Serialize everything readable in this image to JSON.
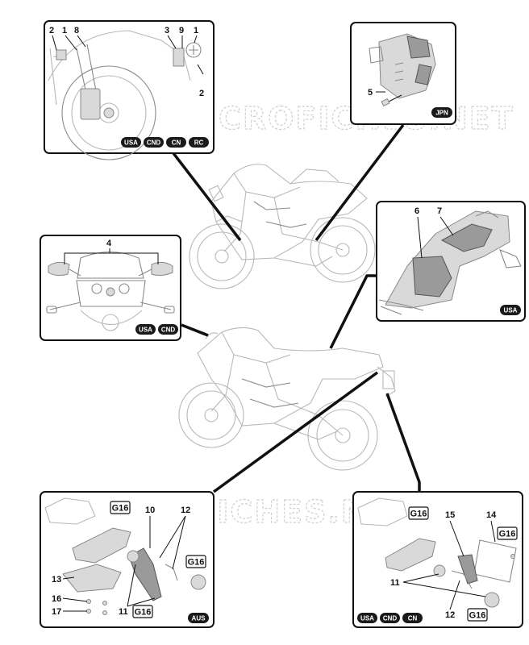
{
  "watermark": "MICROFICHES.NET",
  "panels": {
    "front_wheel": {
      "labels": [
        "2",
        "1",
        "8",
        "3",
        "9",
        "1",
        "2"
      ],
      "badges": [
        "USA",
        "CND",
        "CN",
        "RC"
      ]
    },
    "jpn": {
      "labels": [
        "5"
      ],
      "badges": [
        "JPN"
      ]
    },
    "usa_rear": {
      "labels": [
        "6",
        "7"
      ],
      "badges": [
        "USA"
      ]
    },
    "mirrors": {
      "labels": [
        "4"
      ],
      "badges": [
        "USA",
        "CND"
      ]
    },
    "aus": {
      "labels": [
        "10",
        "12",
        "13",
        "16",
        "17",
        "11"
      ],
      "g_boxes": [
        "G16",
        "G16",
        "G16"
      ],
      "badges": [
        "AUS"
      ]
    },
    "plate": {
      "labels": [
        "15",
        "14",
        "11",
        "12"
      ],
      "g_boxes": [
        "G16",
        "G16",
        "G16"
      ],
      "badges": [
        "USA",
        "CND",
        "CN"
      ]
    }
  },
  "colors": {
    "frame": "#111111",
    "sketch": "#b8b8b8",
    "badge": "#1a1a1a"
  }
}
